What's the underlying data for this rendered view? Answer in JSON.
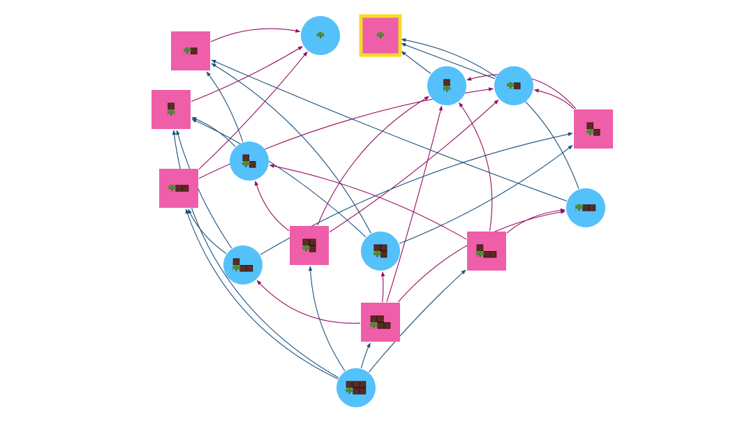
{
  "diagram": {
    "type": "game-state-graph",
    "colors": {
      "circle_fill": "#55C1FB",
      "square_fill": "#EF5EA8",
      "highlight_stroke": "#F6DB28",
      "edge_blue": "#1B517E",
      "edge_magenta": "#960C5E",
      "chocolate": "#5A2B22",
      "chocolate_border": "#2E120E",
      "broccoli_stem": "#3E6B2A",
      "broccoli_head": "#4F8A35"
    },
    "icon_names": [
      "chocolate-block-icon",
      "broccoli-icon"
    ],
    "nodes": [
      {
        "id": "n1",
        "shape": "square",
        "grid": [
          [
            1,
            1
          ]
        ],
        "highlight": false
      },
      {
        "id": "n2",
        "shape": "circle",
        "grid": [
          [
            1
          ]
        ],
        "highlight": false
      },
      {
        "id": "n3",
        "shape": "square",
        "grid": [
          [
            1
          ]
        ],
        "highlight": true
      },
      {
        "id": "n4",
        "shape": "square",
        "grid": [
          [
            1
          ],
          [
            1
          ]
        ],
        "highlight": false
      },
      {
        "id": "n5",
        "shape": "circle",
        "grid": [
          [
            1
          ],
          [
            1
          ]
        ],
        "highlight": false
      },
      {
        "id": "n6",
        "shape": "circle",
        "grid": [
          [
            1,
            1
          ]
        ],
        "highlight": false
      },
      {
        "id": "n7",
        "shape": "square",
        "grid": [
          [
            1,
            0
          ],
          [
            1,
            1
          ]
        ],
        "highlight": false
      },
      {
        "id": "n8",
        "shape": "circle",
        "grid": [
          [
            1,
            0
          ],
          [
            1,
            1
          ]
        ],
        "highlight": false
      },
      {
        "id": "n9",
        "shape": "square",
        "grid": [
          [
            1,
            1,
            1
          ]
        ],
        "highlight": false
      },
      {
        "id": "n10",
        "shape": "circle",
        "grid": [
          [
            1,
            1,
            1
          ]
        ],
        "highlight": false
      },
      {
        "id": "n11",
        "shape": "circle",
        "grid": [
          [
            1,
            0,
            0
          ],
          [
            1,
            1,
            1
          ]
        ],
        "highlight": false
      },
      {
        "id": "n12",
        "shape": "square",
        "grid": [
          [
            1,
            1
          ],
          [
            1,
            1
          ]
        ],
        "highlight": false
      },
      {
        "id": "n13",
        "shape": "circle",
        "grid": [
          [
            1,
            1
          ],
          [
            1,
            1
          ]
        ],
        "highlight": false
      },
      {
        "id": "n14",
        "shape": "square",
        "grid": [
          [
            1,
            0,
            0
          ],
          [
            1,
            1,
            1
          ]
        ],
        "highlight": false
      },
      {
        "id": "n15",
        "shape": "square",
        "grid": [
          [
            1,
            1,
            0
          ],
          [
            1,
            1,
            1
          ]
        ],
        "highlight": false
      },
      {
        "id": "n16",
        "shape": "circle",
        "grid": [
          [
            1,
            1,
            1
          ],
          [
            1,
            1,
            1
          ]
        ],
        "highlight": false
      }
    ],
    "edges": [
      {
        "from": "n1",
        "to": "n2",
        "color": "magenta"
      },
      {
        "from": "n4",
        "to": "n2",
        "color": "magenta"
      },
      {
        "from": "n9",
        "to": "n2",
        "color": "magenta"
      },
      {
        "from": "n5",
        "to": "n3",
        "color": "blue"
      },
      {
        "from": "n6",
        "to": "n3",
        "color": "blue"
      },
      {
        "from": "n10",
        "to": "n3",
        "color": "blue"
      },
      {
        "from": "n7",
        "to": "n5",
        "color": "magenta"
      },
      {
        "from": "n7",
        "to": "n6",
        "color": "magenta"
      },
      {
        "from": "n12",
        "to": "n5",
        "color": "magenta"
      },
      {
        "from": "n15",
        "to": "n5",
        "color": "magenta"
      },
      {
        "from": "n14",
        "to": "n5",
        "color": "magenta"
      },
      {
        "from": "n9",
        "to": "n6",
        "color": "magenta"
      },
      {
        "from": "n12",
        "to": "n6",
        "color": "magenta"
      },
      {
        "from": "n8",
        "to": "n1",
        "color": "blue"
      },
      {
        "from": "n13",
        "to": "n1",
        "color": "blue"
      },
      {
        "from": "n10",
        "to": "n1",
        "color": "blue"
      },
      {
        "from": "n8",
        "to": "n4",
        "color": "blue"
      },
      {
        "from": "n11",
        "to": "n4",
        "color": "blue"
      },
      {
        "from": "n13",
        "to": "n4",
        "color": "blue"
      },
      {
        "from": "n16",
        "to": "n4",
        "color": "blue"
      },
      {
        "from": "n11",
        "to": "n9",
        "color": "blue"
      },
      {
        "from": "n16",
        "to": "n9",
        "color": "blue"
      },
      {
        "from": "n11",
        "to": "n7",
        "color": "blue"
      },
      {
        "from": "n13",
        "to": "n7",
        "color": "blue"
      },
      {
        "from": "n12",
        "to": "n8",
        "color": "magenta"
      },
      {
        "from": "n14",
        "to": "n8",
        "color": "magenta"
      },
      {
        "from": "n15",
        "to": "n11",
        "color": "magenta"
      },
      {
        "from": "n15",
        "to": "n13",
        "color": "magenta"
      },
      {
        "from": "n15",
        "to": "n10",
        "color": "magenta"
      },
      {
        "from": "n14",
        "to": "n10",
        "color": "magenta"
      },
      {
        "from": "n16",
        "to": "n12",
        "color": "blue"
      },
      {
        "from": "n16",
        "to": "n15",
        "color": "blue"
      },
      {
        "from": "n16",
        "to": "n14",
        "color": "blue"
      }
    ]
  }
}
